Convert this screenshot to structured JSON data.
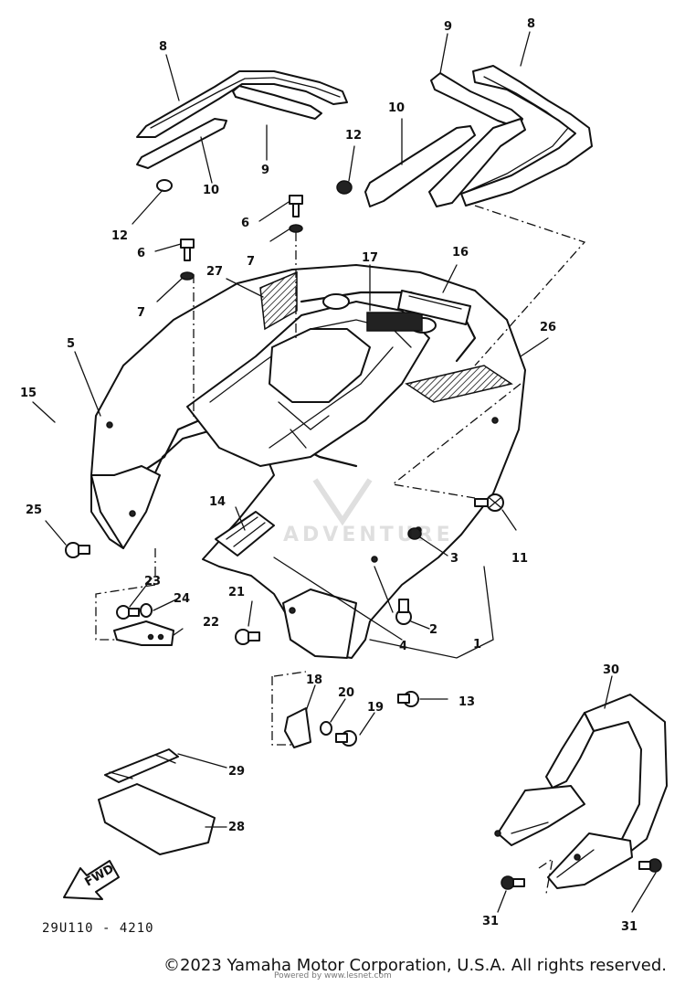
{
  "diagram": {
    "callouts": {
      "c1": "1",
      "c2": "2",
      "c3": "3",
      "c4": "4",
      "c5": "5",
      "c6a": "6",
      "c6b": "6",
      "c7a": "7",
      "c7b": "7",
      "c8a": "8",
      "c8b": "8",
      "c9a": "9",
      "c9b": "9",
      "c10a": "10",
      "c10b": "10",
      "c11": "11",
      "c12a": "12",
      "c12b": "12",
      "c13": "13",
      "c14": "14",
      "c15": "15",
      "c16": "16",
      "c17": "17",
      "c18": "18",
      "c19": "19",
      "c20": "20",
      "c21": "21",
      "c22": "22",
      "c23": "23",
      "c24": "24",
      "c25": "25",
      "c26": "26",
      "c27": "27",
      "c28": "28",
      "c29": "29",
      "c30": "30",
      "c31a": "31",
      "c31b": "31"
    },
    "fwd_label": "FWD",
    "diagram_code": "29U110 - 4210",
    "logo_lettering": "ADVENTURE"
  },
  "footer": {
    "copyright": "©2023 Yamaha Motor Corporation, U.S.A. All rights reserved.",
    "watermark": "Powered by www.lesnet.com"
  }
}
